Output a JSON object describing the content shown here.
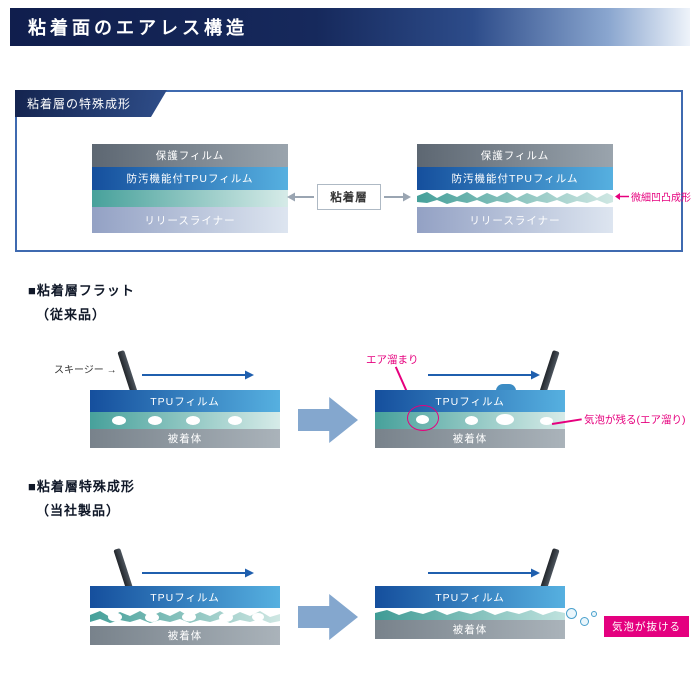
{
  "header": {
    "title": "粘着面のエアレス構造"
  },
  "special_box": {
    "tag": "粘着層の特殊成形",
    "layer_protect": "保護フィルム",
    "layer_tpu": "防汚機能付TPUフィルム",
    "layer_release": "リリースライナー",
    "center_label": "粘着層",
    "annotation": "微細凹凸成形"
  },
  "labels": {
    "tpu_film": "TPUフィルム",
    "substrate": "被着体",
    "squeegee": "スキージー →"
  },
  "section_flat": {
    "heading": "■粘着層フラット",
    "subheading": "（従来品）",
    "air_pocket": "エア溜まり",
    "bubble_remains": "気泡が残る(エア溜り)"
  },
  "section_special": {
    "heading": "■粘着層特殊成形",
    "subheading": "（当社製品）",
    "bubble_escapes": "気泡が抜ける"
  },
  "colors": {
    "header_navy": "#16295c",
    "panel_border_blue": "#3f6ab0",
    "motion_arrow_blue": "#1f5fae",
    "transition_arrow_blue": "#84a7ce",
    "annotation_pink": "#e6007e",
    "escape_badge_magenta": "#e4007f",
    "adhesive_teal": "#47a19b",
    "tpu_blue": "#154f9d"
  }
}
